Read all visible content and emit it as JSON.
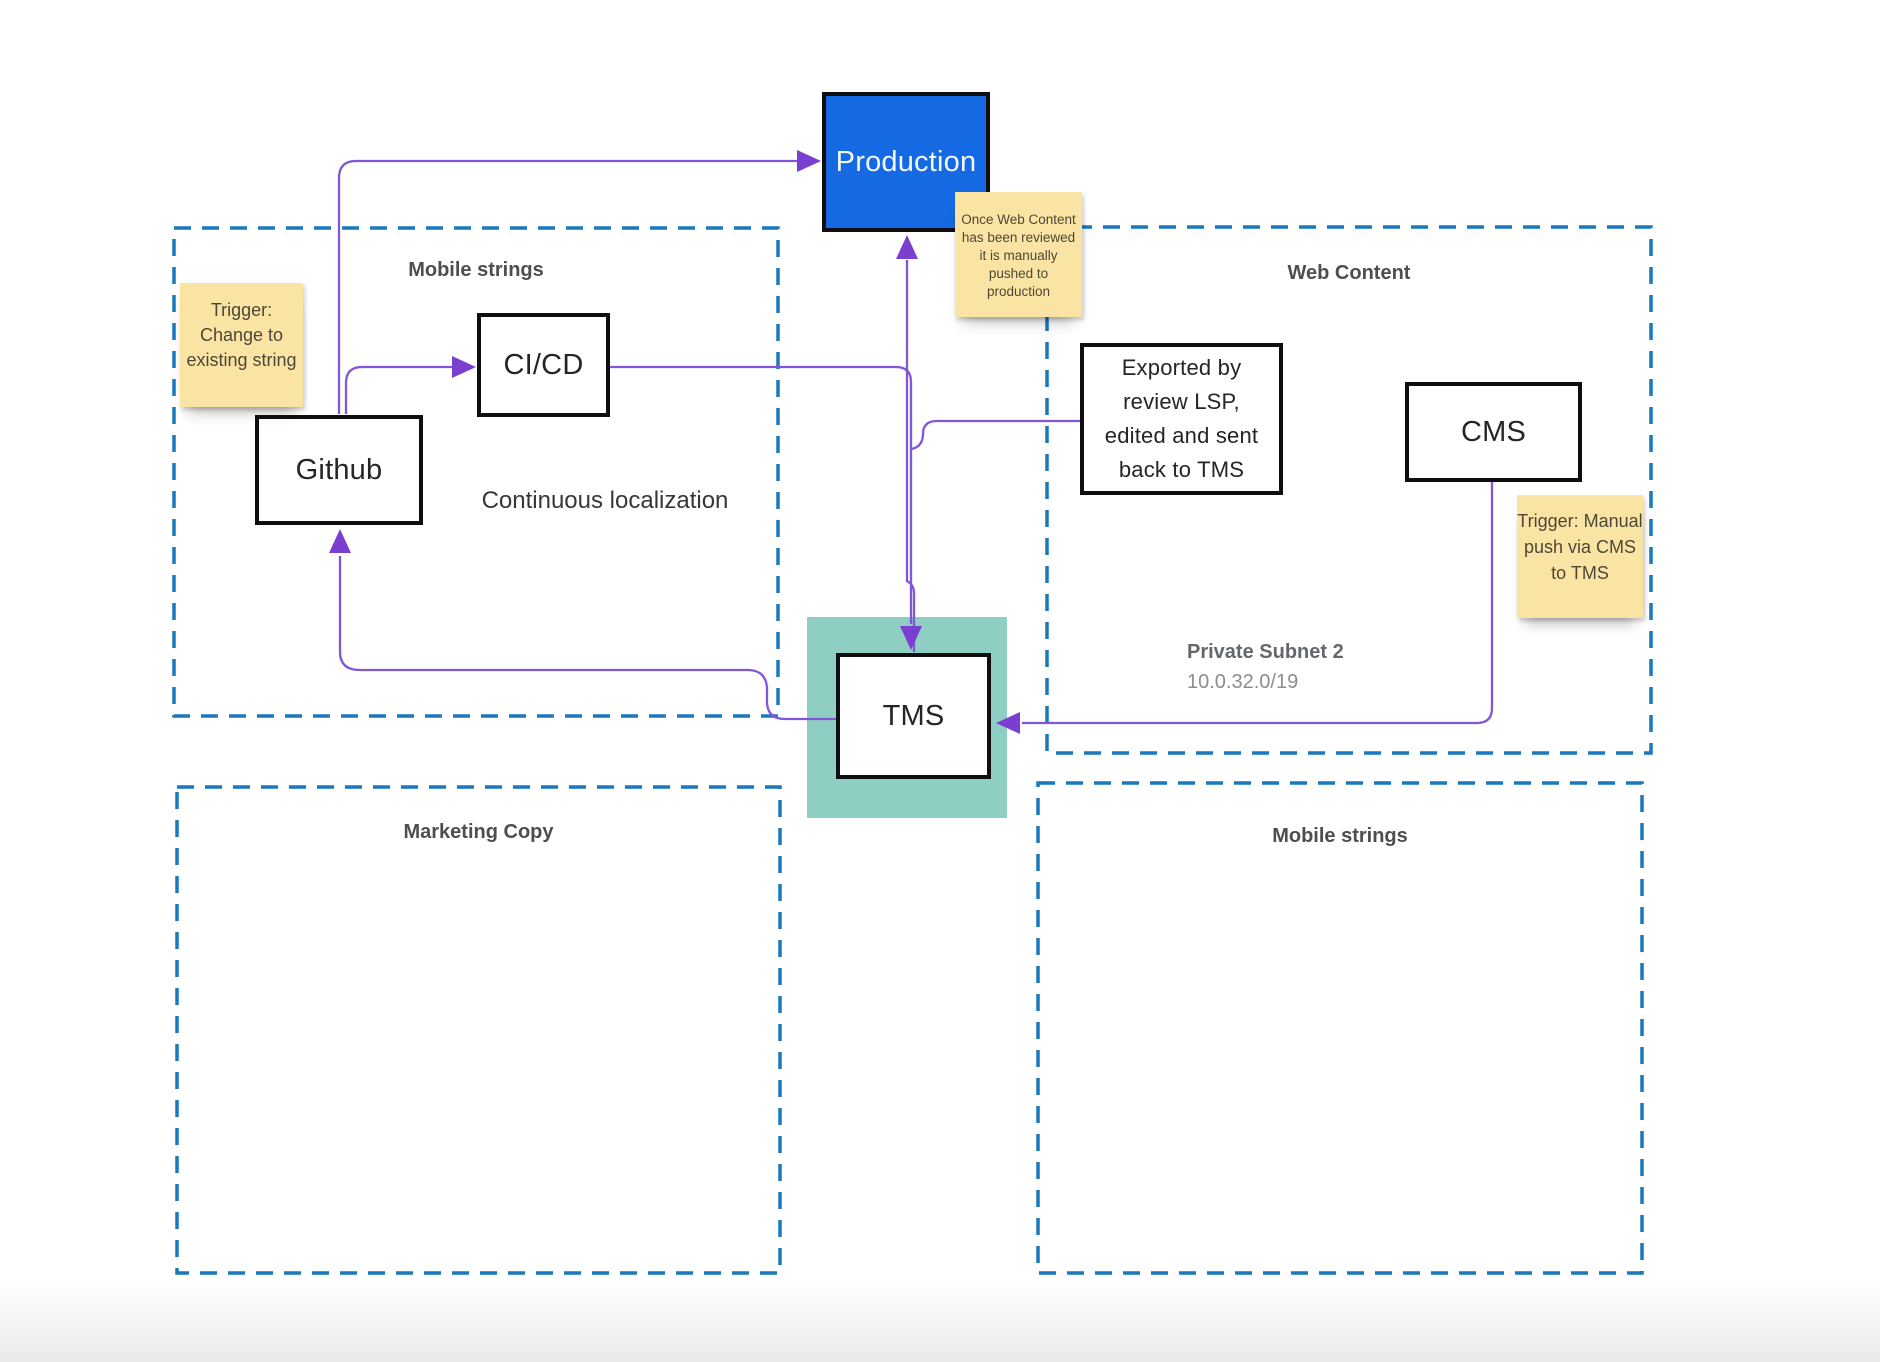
{
  "colors": {
    "edge": "#8156D8",
    "arrow": "#7A3FD1",
    "dash": "#1879BD",
    "blue": "#1569E2",
    "blue_text": "#F2F7FE",
    "halo": "#8FCFC3",
    "sticky": "#FAE4A3",
    "sticky_text": "#4E4736",
    "node_border": "#0F0F0F",
    "node_text": "#252525",
    "container_label": "#4E4E4E",
    "subnet_title": "#64686C",
    "subnet_value": "#8A8E92",
    "annotation": "#373737"
  },
  "containers": {
    "mobile_top": {
      "label": "Mobile strings"
    },
    "web": {
      "label": "Web Content"
    },
    "marketing": {
      "label": "Marketing Copy"
    },
    "mobile_bottom": {
      "label": "Mobile strings"
    }
  },
  "nodes": {
    "production": {
      "label": "Production"
    },
    "cicd": {
      "label": "CI/CD"
    },
    "github": {
      "label": "Github"
    },
    "cms": {
      "label": "CMS"
    },
    "tms": {
      "label": "TMS"
    },
    "exported": {
      "label": "Exported by review LSP, edited and sent back to TMS",
      "lines": [
        "Exported by",
        "review LSP,",
        "edited and sent",
        "back to TMS"
      ]
    }
  },
  "stickies": {
    "trigger_change": {
      "text": "Trigger: Change to existing string"
    },
    "once_reviewed": {
      "text": "Once Web Content has been reviewed it is manually pushed to production"
    },
    "trigger_manual": {
      "text": "Trigger: Manual push via CMS to TMS"
    }
  },
  "annotations": {
    "continuous": "Continuous localization",
    "subnet_title": "Private Subnet 2",
    "subnet_cidr": "10.0.32.0/19"
  },
  "edges": [
    {
      "from": "Github",
      "to": "Production"
    },
    {
      "from": "Github",
      "to": "CI/CD"
    },
    {
      "from": "CI/CD",
      "to": "TMS"
    },
    {
      "from": "TMS",
      "to": "Production"
    },
    {
      "from": "Exported by review LSP",
      "to": "TMS"
    },
    {
      "from": "TMS",
      "to": "Github"
    },
    {
      "from": "CMS",
      "to": "TMS"
    }
  ]
}
